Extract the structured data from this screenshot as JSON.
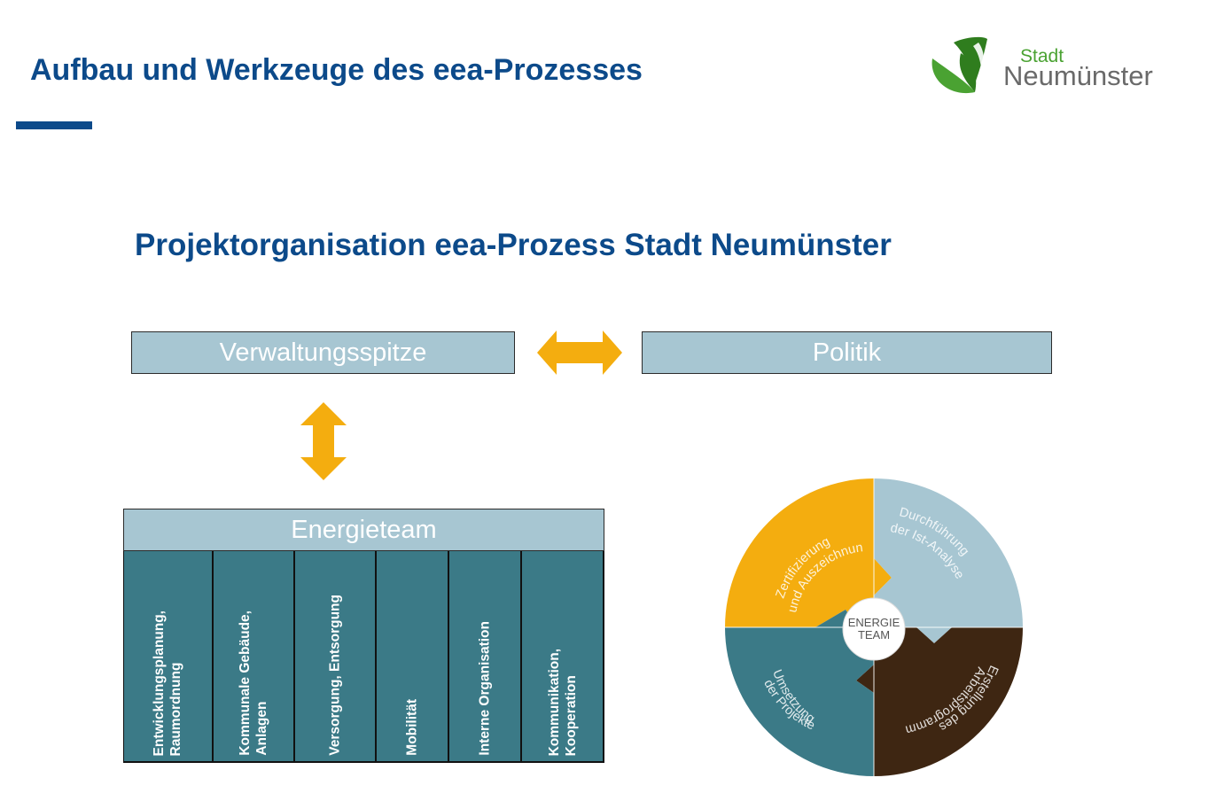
{
  "header": {
    "title": "Aufbau und Werkzeuge des eea-Prozesses",
    "logo": {
      "line1": "Stadt",
      "line2": "Neumünster",
      "icon": "leaf-logo-icon"
    }
  },
  "diagram": {
    "subtitle": "Projektorganisation eea-Prozess Stadt Neumünster",
    "verwaltung_label": "Verwaltungsspitze",
    "politik_label": "Politik",
    "energieteam_label": "Energieteam",
    "columns": [
      "Entwicklungsplanung,\nRaumordnung",
      "Kommunale Gebäude,\nAnlagen",
      "Versorgung, Entsorgung",
      "Mobilität",
      "Interne Organisation",
      "Kommunikation,\nKooperation"
    ],
    "cycle": {
      "center_line1": "ENERGIE",
      "center_line2": "TEAM",
      "segments": [
        {
          "line1": "Zertifizierung",
          "line2": "und Auszeichnung",
          "color": "#f4ad0f"
        },
        {
          "line1": "Durchführung",
          "line2": "der Ist-Analyse",
          "color": "#a7c6d2"
        },
        {
          "line1": "Erstellung des",
          "line2": "Arbeitsprogramms",
          "color": "#3e2612"
        },
        {
          "line1": "Umsetzung",
          "line2": "der Projekte",
          "color": "#3b7a87"
        }
      ]
    }
  },
  "colors": {
    "title_blue": "#0c4a8a",
    "box_blue": "#a7c6d2",
    "teal": "#3b7a87",
    "arrow_orange": "#f4ad0f",
    "logo_green": "#4aa232"
  }
}
